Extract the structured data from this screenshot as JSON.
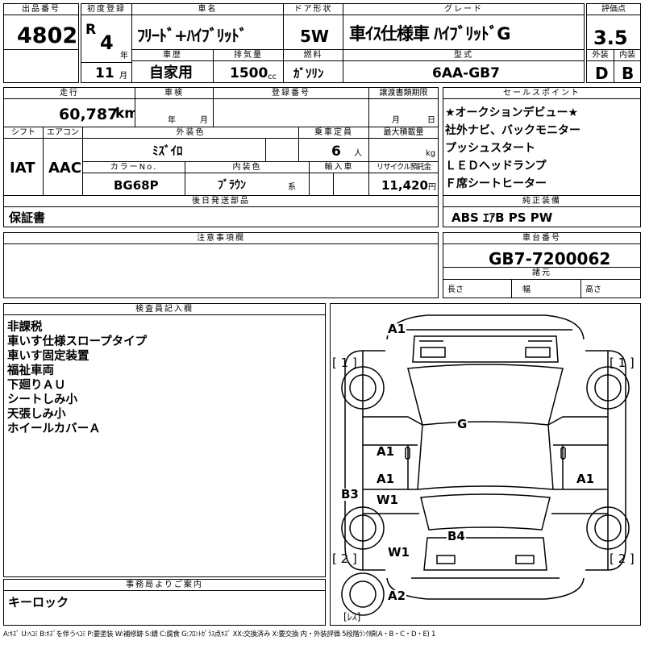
{
  "header": {
    "lot_label": "出品番号",
    "lot_no": "4802",
    "first_reg_label": "初度登録",
    "era": "R",
    "year": "4",
    "year_unit": "年",
    "month": "11",
    "month_unit": "月",
    "name_label": "車名",
    "car_name": "ﾌﾘｰﾄﾞ+ﾊｲﾌﾞﾘｯﾄﾞ",
    "door_label": "ドア形状",
    "door": "5W",
    "grade_label": "グレード",
    "grade": "車ｲｽ仕様車 ﾊｲﾌﾞﾘｯﾄﾞG",
    "score_label": "評価点",
    "score": "3.5",
    "history_label": "車歴",
    "history": "自家用",
    "displacement_label": "排気量",
    "displacement": "1500",
    "displacement_unit": "cc",
    "fuel_label": "燃料",
    "fuel": "ｶﾞｿﾘﾝ",
    "model_label": "型式",
    "model": "6AA-GB7",
    "ext_label": "外装",
    "ext_grade": "D",
    "int_label": "内装",
    "int_grade": "B"
  },
  "row2": {
    "mileage_label": "走行",
    "mileage": "60,787",
    "mileage_unit": "km",
    "inspection_label": "車検",
    "insp_year_unit": "年",
    "insp_month_unit": "月",
    "reg_label": "登録番号",
    "transfer_label": "譲渡書類期限",
    "transfer_month_unit": "月",
    "transfer_day_unit": "日",
    "shift_label": "シフト",
    "shift": "IAT",
    "ac_label": "エアコン",
    "ac": "AAC",
    "color_label": "外装色",
    "color": "ﾐｽﾞｲﾛ",
    "capacity_label": "乗車定員",
    "capacity": "6",
    "capacity_unit": "人",
    "load_label": "最大積載量",
    "load_unit": "kg",
    "colorno_label": "カラーNo.",
    "colorno": "BG68P",
    "interior_label": "内装色",
    "interior": "ﾌﾞﾗｳﾝ",
    "interior_unit": "系",
    "import_label": "輸入車",
    "recycle_label": "リサイクル預託金",
    "recycle": "11,420",
    "recycle_unit": "円",
    "later_label": "後日発送部品",
    "later": "保証書"
  },
  "sales": {
    "label": "セールスポイント",
    "items": [
      "★オークションデビュー★",
      "社外ナビ、バックモニター",
      "プッシュスタート",
      "ＬＥＤヘッドランプ",
      "Ｆ席シートヒーター"
    ]
  },
  "equipment": {
    "label": "純正装備",
    "value": "ABS ｴｱB PS PW"
  },
  "notes": {
    "label": "注意事項欄"
  },
  "chassis": {
    "label": "車台番号",
    "value": "GB7-7200062",
    "spec_label": "諸元",
    "length_label": "長さ",
    "width_label": "幅",
    "height_label": "高さ"
  },
  "inspector": {
    "label": "検査員記入欄",
    "items": [
      "非課税",
      "車いす仕様スロープタイプ",
      "車いす固定装置",
      "福祉車両",
      "下廻りＡＵ",
      "シートしみ小",
      "天張しみ小",
      "ホイールカバーＡ"
    ]
  },
  "office": {
    "label": "事務局よりご案内",
    "value": "キーロック"
  },
  "diagram": {
    "bracket_1": "[ 1 ]",
    "bracket_2": "[ 2 ]",
    "spare_label": "[ﾚｽ]",
    "marks": {
      "front": "A1",
      "glass": "G",
      "fender_l": "A1",
      "door_l": "A1",
      "door_l_w": "W1",
      "door_r": "A1",
      "side_l": "B3",
      "rear_b": "B4",
      "quarter_l": "W1",
      "rear_bumper": "A2"
    }
  },
  "legend": "A:ｷｽﾞ U:ﾍｺﾐ B:ｷｽﾞを伴うﾍｺﾐ P:要塗装 W:補修跡 S:錆 C:腐食 G:ﾌﾛﾝﾄｶﾞﾗｽ点ｷｽﾞ XX:交換済み X:要交換 内・外装評価 5段階ﾗﾝｸ順(A・B・C・D・E) 1"
}
